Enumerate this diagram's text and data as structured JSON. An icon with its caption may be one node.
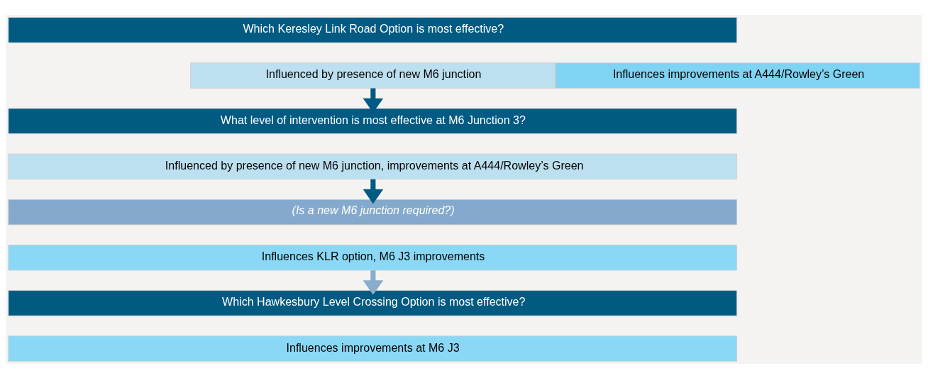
{
  "diagram": {
    "nodes": [
      {
        "text": [
          "Which Keresley Link Road Option is most effective?"
        ]
      },
      {
        "text": [
          "Influenced by presence of new M6 junction"
        ]
      },
      {
        "text": [
          "Influences improvements at A444/Rowley’s Green"
        ]
      },
      {
        "text": [
          "What level of intervention is most effective at M6 Junction 3?"
        ]
      },
      {
        "text": [
          "Influenced by presence of new M6 junction, improvements at A444/Rowley’s Green"
        ]
      },
      {
        "text": [
          "(Is a new M6 junction required?)"
        ]
      },
      {
        "text": [
          "Influences KLR option, M6 J3 improvements"
        ]
      },
      {
        "text": [
          "Which Hawkesbury Level Crossing Option is most effective?"
        ]
      },
      {
        "text": [
          "Influences improvements at M6 J3"
        ]
      }
    ],
    "edges": [
      {
        "from": 1,
        "to": 3,
        "arrow": "to"
      },
      {
        "from": 4,
        "to": 5,
        "arrow": "to"
      },
      {
        "from": 6,
        "to": 7,
        "arrow": "to",
        "color": "#8aaccd"
      }
    ]
  }
}
